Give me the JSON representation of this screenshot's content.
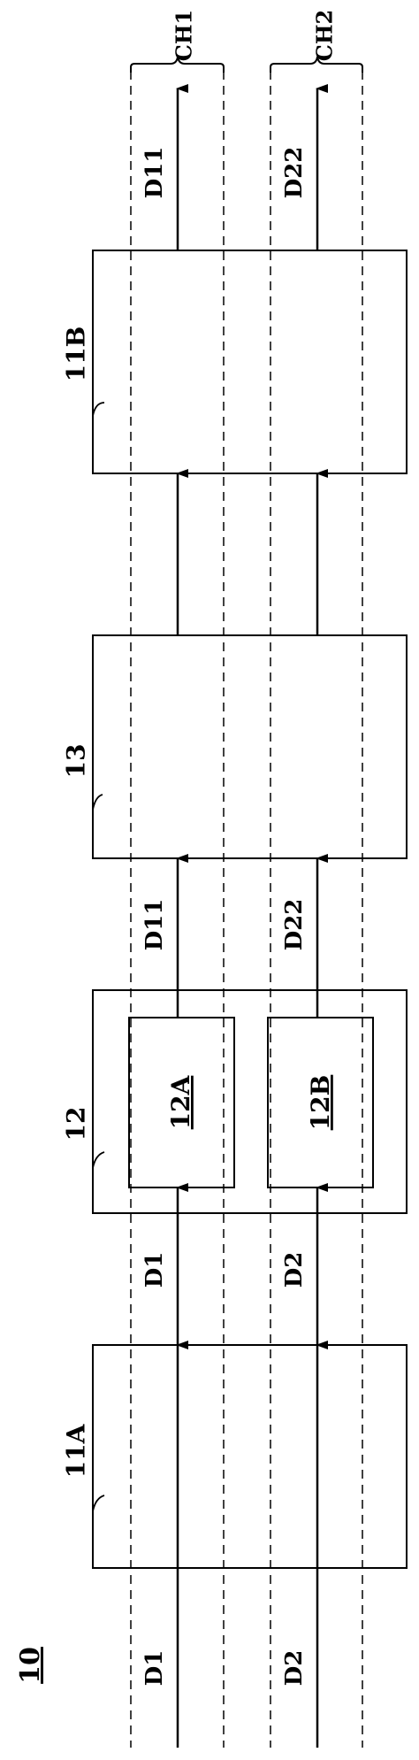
{
  "figure": {
    "number": "10",
    "brace_labels": [
      "CH1",
      "CH2"
    ],
    "blocks": {
      "first": "11A",
      "middle": "12",
      "sub_a": "12A",
      "sub_b": "12B",
      "center": "13",
      "last": "11B"
    },
    "signals": {
      "input_1": "D1",
      "input_2": "D2",
      "mid_1": "D1",
      "mid_2": "D2",
      "out12_1": "D11",
      "out12_2": "D22",
      "final_1": "D11",
      "final_2": "D22"
    }
  }
}
